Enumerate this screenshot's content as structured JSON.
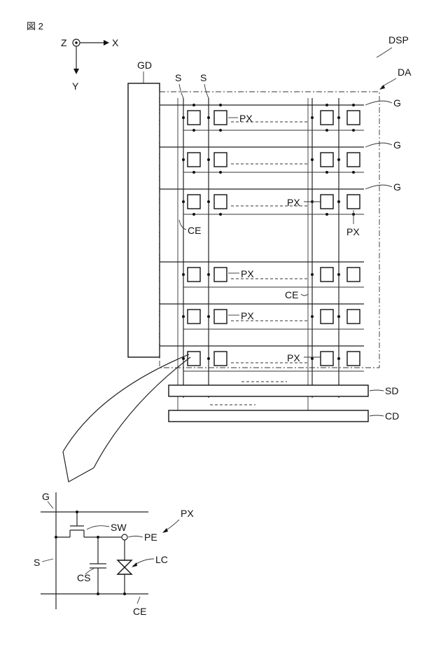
{
  "figure_label": "図 2",
  "axes": {
    "z": "Z",
    "x": "X",
    "y": "Y"
  },
  "labels": {
    "dsp": "DSP",
    "da": "DA",
    "gd": "GD",
    "s": "S",
    "g": "G",
    "px": "PX",
    "ce": "CE",
    "sd": "SD",
    "cd": "CD",
    "sw": "SW",
    "pe": "PE",
    "lc": "LC",
    "cs": "CS"
  }
}
